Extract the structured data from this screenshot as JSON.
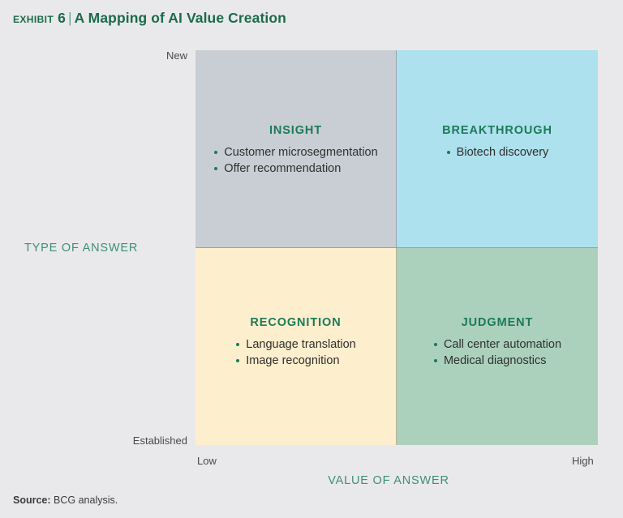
{
  "title": {
    "exhibit_label": "Exhibit",
    "exhibit_number": "6",
    "separator": "|",
    "text": "A Mapping of AI Value Creation"
  },
  "axes": {
    "y_title": "TYPE OF ANSWER",
    "x_title": "VALUE OF ANSWER",
    "y_top_label": "New",
    "y_bottom_label": "Established",
    "x_left_label": "Low",
    "x_right_label": "High"
  },
  "chart_data": {
    "type": "table",
    "title": "A Mapping of AI Value Creation",
    "xlabel": "VALUE OF ANSWER",
    "ylabel": "TYPE OF ANSWER",
    "x_ticks": [
      "Low",
      "High"
    ],
    "y_ticks": [
      "Established",
      "New"
    ],
    "grid": false,
    "legend": "none",
    "quadrants": [
      {
        "key": "insight",
        "name": "INSIGHT",
        "x": "Low",
        "y": "New",
        "color": "#c8ced3",
        "items": [
          "Customer microsegmentation",
          "Offer recommendation"
        ]
      },
      {
        "key": "breakthrough",
        "name": "BREAKTHROUGH",
        "x": "High",
        "y": "New",
        "color": "#ade1ed",
        "items": [
          "Biotech discovery"
        ]
      },
      {
        "key": "recognition",
        "name": "RECOGNITION",
        "x": "Low",
        "y": "Established",
        "color": "#fdeecd",
        "items": [
          "Language translation",
          "Image recognition"
        ]
      },
      {
        "key": "judgment",
        "name": "JUDGMENT",
        "x": "High",
        "y": "Established",
        "color": "#abd1bd",
        "items": [
          "Call center automation",
          "Medical diagnostics"
        ]
      }
    ]
  },
  "source": {
    "label": "Source:",
    "text": "BCG analysis."
  },
  "colors": {
    "title_green": "#1c6b4b",
    "heading_green": "#1c7a58",
    "axis_green": "#3f8f75",
    "page_background": "#e9e9eb"
  }
}
